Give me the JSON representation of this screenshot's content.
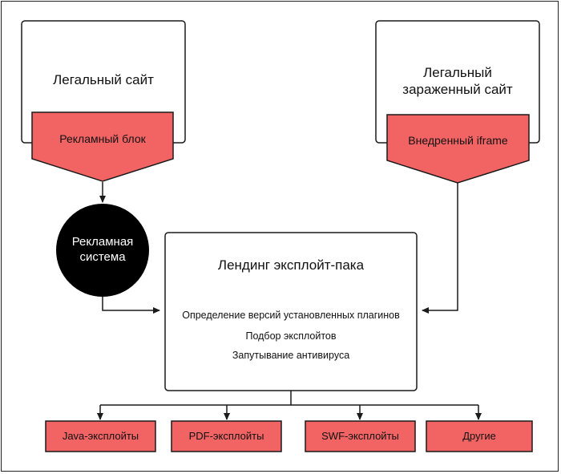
{
  "legal_site": {
    "title": "Легальный сайт",
    "ad_block": "Рекламный блок"
  },
  "infected_site": {
    "title": "Легальный зараженный сайт",
    "iframe": "Внедренный iframe"
  },
  "ad_system": {
    "label": "Рекламная система"
  },
  "landing": {
    "title": "Лендинг эксплойт-пака",
    "steps": [
      "Определение версий установленных плагинов",
      "Подбор эксплойтов",
      "Запутывание антивируса"
    ]
  },
  "exploits": [
    "Java-эксплойты",
    "PDF-эксплойты",
    "SWF-эксплойты",
    "Другие"
  ],
  "colors": {
    "red_fill": "#f26464",
    "circle_fill": "#000000",
    "stroke": "#1a1a1a"
  }
}
